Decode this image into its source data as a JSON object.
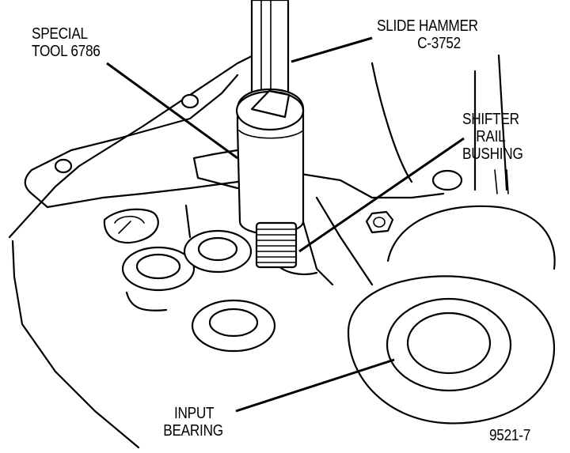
{
  "labels": {
    "special_tool": [
      "SPECIAL",
      "TOOL 6786"
    ],
    "slide_hammer": [
      "SLIDE HAMMER",
      "C-3752"
    ],
    "shifter_rail_bushing": [
      "SHIFTER",
      "RAIL",
      "BUSHING"
    ],
    "input_bearing": [
      "INPUT",
      "BEARING"
    ],
    "figure_number": "9521-7"
  }
}
